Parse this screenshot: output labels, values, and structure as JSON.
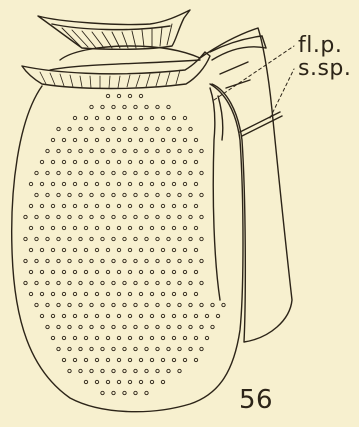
{
  "labels": {
    "flagellar_pore": "fl.p.",
    "sulcal_spine": "s.sp."
  },
  "figure_number": "56",
  "colors": {
    "paper": "#f7f0cf",
    "ink": "#2c2418"
  }
}
